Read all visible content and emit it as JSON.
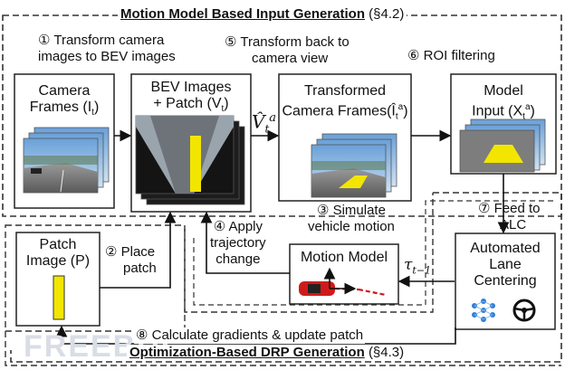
{
  "sections": {
    "motion": {
      "title": "Motion Model Based Input Generation",
      "ref": "(§4.2)"
    },
    "optimization": {
      "title": "Optimization-Based DRP Generation",
      "ref": "(§4.3)"
    }
  },
  "steps": {
    "s1": {
      "line1": "① Transform camera",
      "line2": "images to BEV images"
    },
    "s2": {
      "line1": "② Place",
      "line2": "patch"
    },
    "s3": {
      "line1": "③ Simulate",
      "line2": "vehicle motion"
    },
    "s4": {
      "line1": "④ Apply",
      "line2": "trajectory",
      "line3": "change"
    },
    "s5": {
      "line1": "⑤ Transform back to",
      "line2": "camera view"
    },
    "s6": {
      "line1": "⑥ ROI filtering"
    },
    "s7": {
      "line1": "⑦ Feed to",
      "line2": "ALC"
    },
    "s8": {
      "line1": "⑧ Calculate gradients & update patch"
    }
  },
  "boxes": {
    "camera": {
      "line1": "Camera",
      "line2": "Frames (I",
      "sub": "t",
      "close": ")"
    },
    "bev": {
      "line1": "BEV Images",
      "line2": "+ Patch (V",
      "sub": "t",
      "close": ")"
    },
    "transformed": {
      "line1": "Transformed",
      "line2": "Camera Frames(Î",
      "sub": "t",
      "sup": "a",
      "close": ")"
    },
    "model": {
      "line1": "Model",
      "line2": "Input (X",
      "sub": "t",
      "sup": "a",
      "close": ")"
    },
    "patch": {
      "line1": "Patch",
      "line2": "Image (P)"
    },
    "motion": {
      "line1": "Motion Model"
    },
    "alc": {
      "line1": "Automated",
      "line2": "Lane",
      "line3": "Centering"
    }
  },
  "arrow_labels": {
    "v_hat": {
      "base": "V̂",
      "sub": "t",
      "sup": "a"
    },
    "tau": {
      "base": "τ",
      "sub": "t−1"
    }
  },
  "watermark": "FREEBUF",
  "colors": {
    "patch_yellow": "#f2e600",
    "car_red": "#d01a1a",
    "dash_gray": "#444444",
    "sky": "#8fb8e0",
    "road": "#7d7d7d",
    "alc_blue": "#2f7fd8"
  }
}
